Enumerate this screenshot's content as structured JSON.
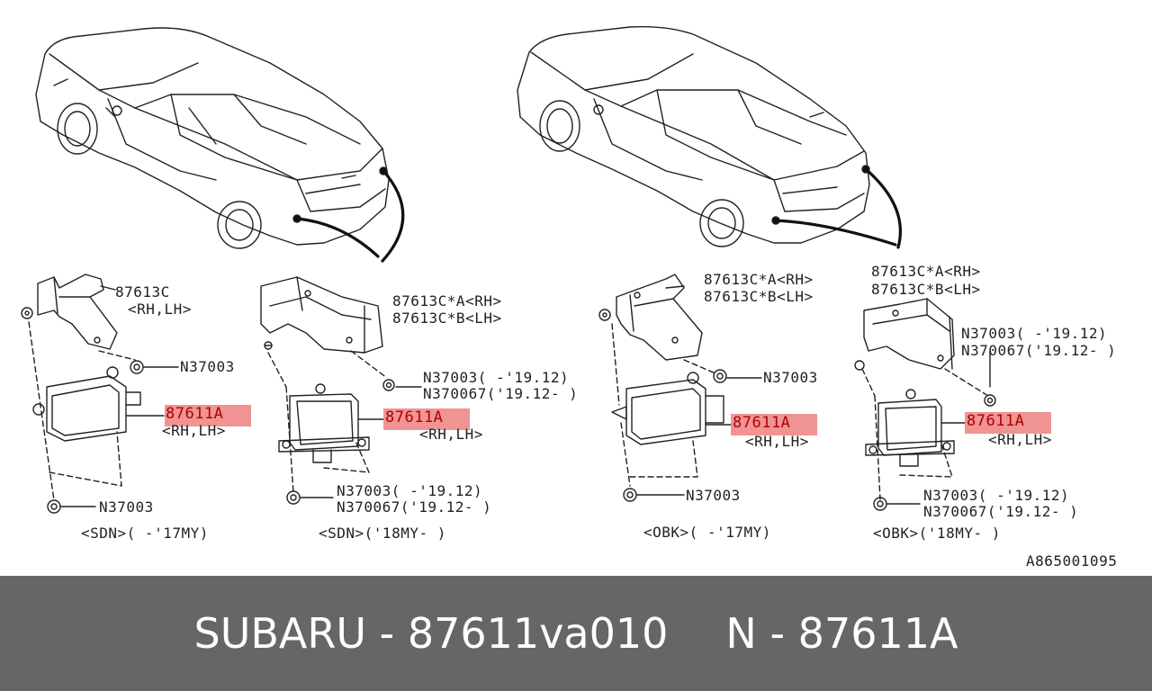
{
  "diagram": {
    "panels": [
      {
        "bracket_label_1": "87613C",
        "bracket_label_2": "<RH,LH>",
        "nut_upper": "N37003",
        "module_part": "87611A",
        "module_side": "<RH,LH>",
        "nut_lower": "N37003",
        "caption": "<SDN>( -'17MY)"
      },
      {
        "bracket_label_1": "87613C*A<RH>",
        "bracket_label_2": "87613C*B<LH>",
        "nut_upper_1": "N37003( -'19.12)",
        "nut_upper_2": "N370067('19.12- )",
        "module_part": "87611A",
        "module_side": "<RH,LH>",
        "nut_lower_1": "N37003( -'19.12)",
        "nut_lower_2": "N370067('19.12- )",
        "caption": "<SDN>('18MY- )"
      },
      {
        "bracket_label_1": "87613C*A<RH>",
        "bracket_label_2": "87613C*B<LH>",
        "nut_upper": "N37003",
        "module_part": "87611A",
        "module_side": "<RH,LH>",
        "nut_lower": "N37003",
        "caption": "<OBK>( -'17MY)"
      },
      {
        "bracket_label_1": "87613C*A<RH>",
        "bracket_label_2": "87613C*B<LH>",
        "nut_upper_1": "N37003( -'19.12)",
        "nut_upper_2": "N370067('19.12- )",
        "module_part": "87611A",
        "module_side": "<RH,LH>",
        "nut_lower_1": "N37003( -'19.12)",
        "nut_lower_2": "N370067('19.12- )",
        "caption": "<OBK>('18MY- )"
      }
    ],
    "figure_id": "A865001095",
    "highlight_color": "#ec7878"
  },
  "footer": {
    "brand_part": "SUBARU - 87611va010",
    "oem_part": "N - 87611A",
    "background": "#666666"
  }
}
